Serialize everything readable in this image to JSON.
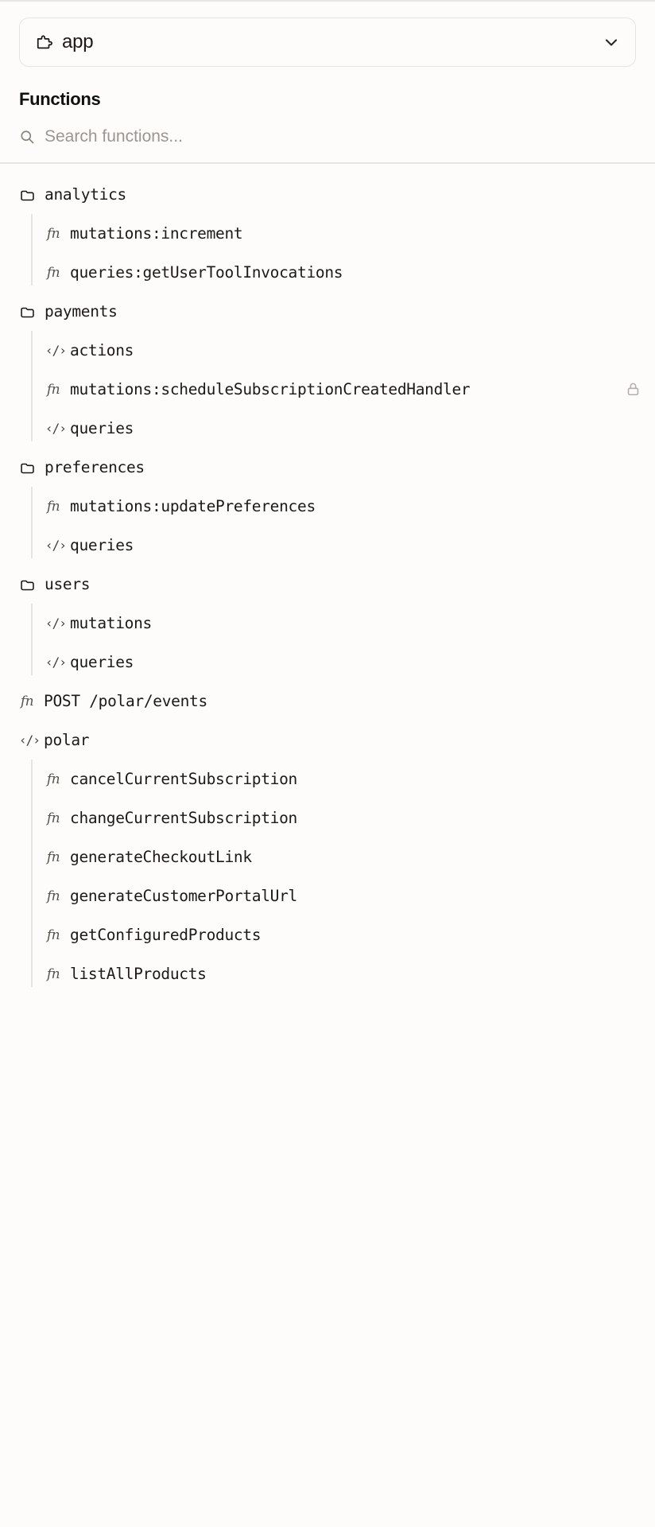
{
  "colors": {
    "background": "#fdfcfb",
    "border": "#e7e5e4",
    "text": "#1c1917",
    "muted": "#9b9691",
    "guide_line": "#e7e5e4"
  },
  "app_selector": {
    "icon": "puzzle-piece-icon",
    "value": "app",
    "chevron": "chevron-down-icon"
  },
  "section": {
    "title": "Functions"
  },
  "search": {
    "icon": "search-icon",
    "value": "",
    "placeholder": "Search functions..."
  },
  "tree": [
    {
      "kind": "folder",
      "label": "analytics",
      "children": [
        {
          "kind": "fn",
          "label": "mutations:increment"
        },
        {
          "kind": "fn",
          "label": "queries:getUserToolInvocations"
        }
      ]
    },
    {
      "kind": "folder",
      "label": "payments",
      "children": [
        {
          "kind": "code",
          "label": "actions"
        },
        {
          "kind": "fn",
          "label": "mutations:scheduleSubscriptionCreatedHandler",
          "badge": "lock-icon"
        },
        {
          "kind": "code",
          "label": "queries"
        }
      ]
    },
    {
      "kind": "folder",
      "label": "preferences",
      "children": [
        {
          "kind": "fn",
          "label": "mutations:updatePreferences"
        },
        {
          "kind": "code",
          "label": "queries"
        }
      ]
    },
    {
      "kind": "folder",
      "label": "users",
      "children": [
        {
          "kind": "code",
          "label": "mutations"
        },
        {
          "kind": "code",
          "label": "queries"
        }
      ]
    },
    {
      "kind": "fn",
      "label": "POST /polar/events"
    },
    {
      "kind": "code",
      "label": "polar",
      "children": [
        {
          "kind": "fn",
          "label": "cancelCurrentSubscription"
        },
        {
          "kind": "fn",
          "label": "changeCurrentSubscription"
        },
        {
          "kind": "fn",
          "label": "generateCheckoutLink"
        },
        {
          "kind": "fn",
          "label": "generateCustomerPortalUrl"
        },
        {
          "kind": "fn",
          "label": "getConfiguredProducts"
        },
        {
          "kind": "fn",
          "label": "listAllProducts"
        }
      ]
    }
  ],
  "glyphs": {
    "fn": "fn",
    "code": "‹/›"
  }
}
